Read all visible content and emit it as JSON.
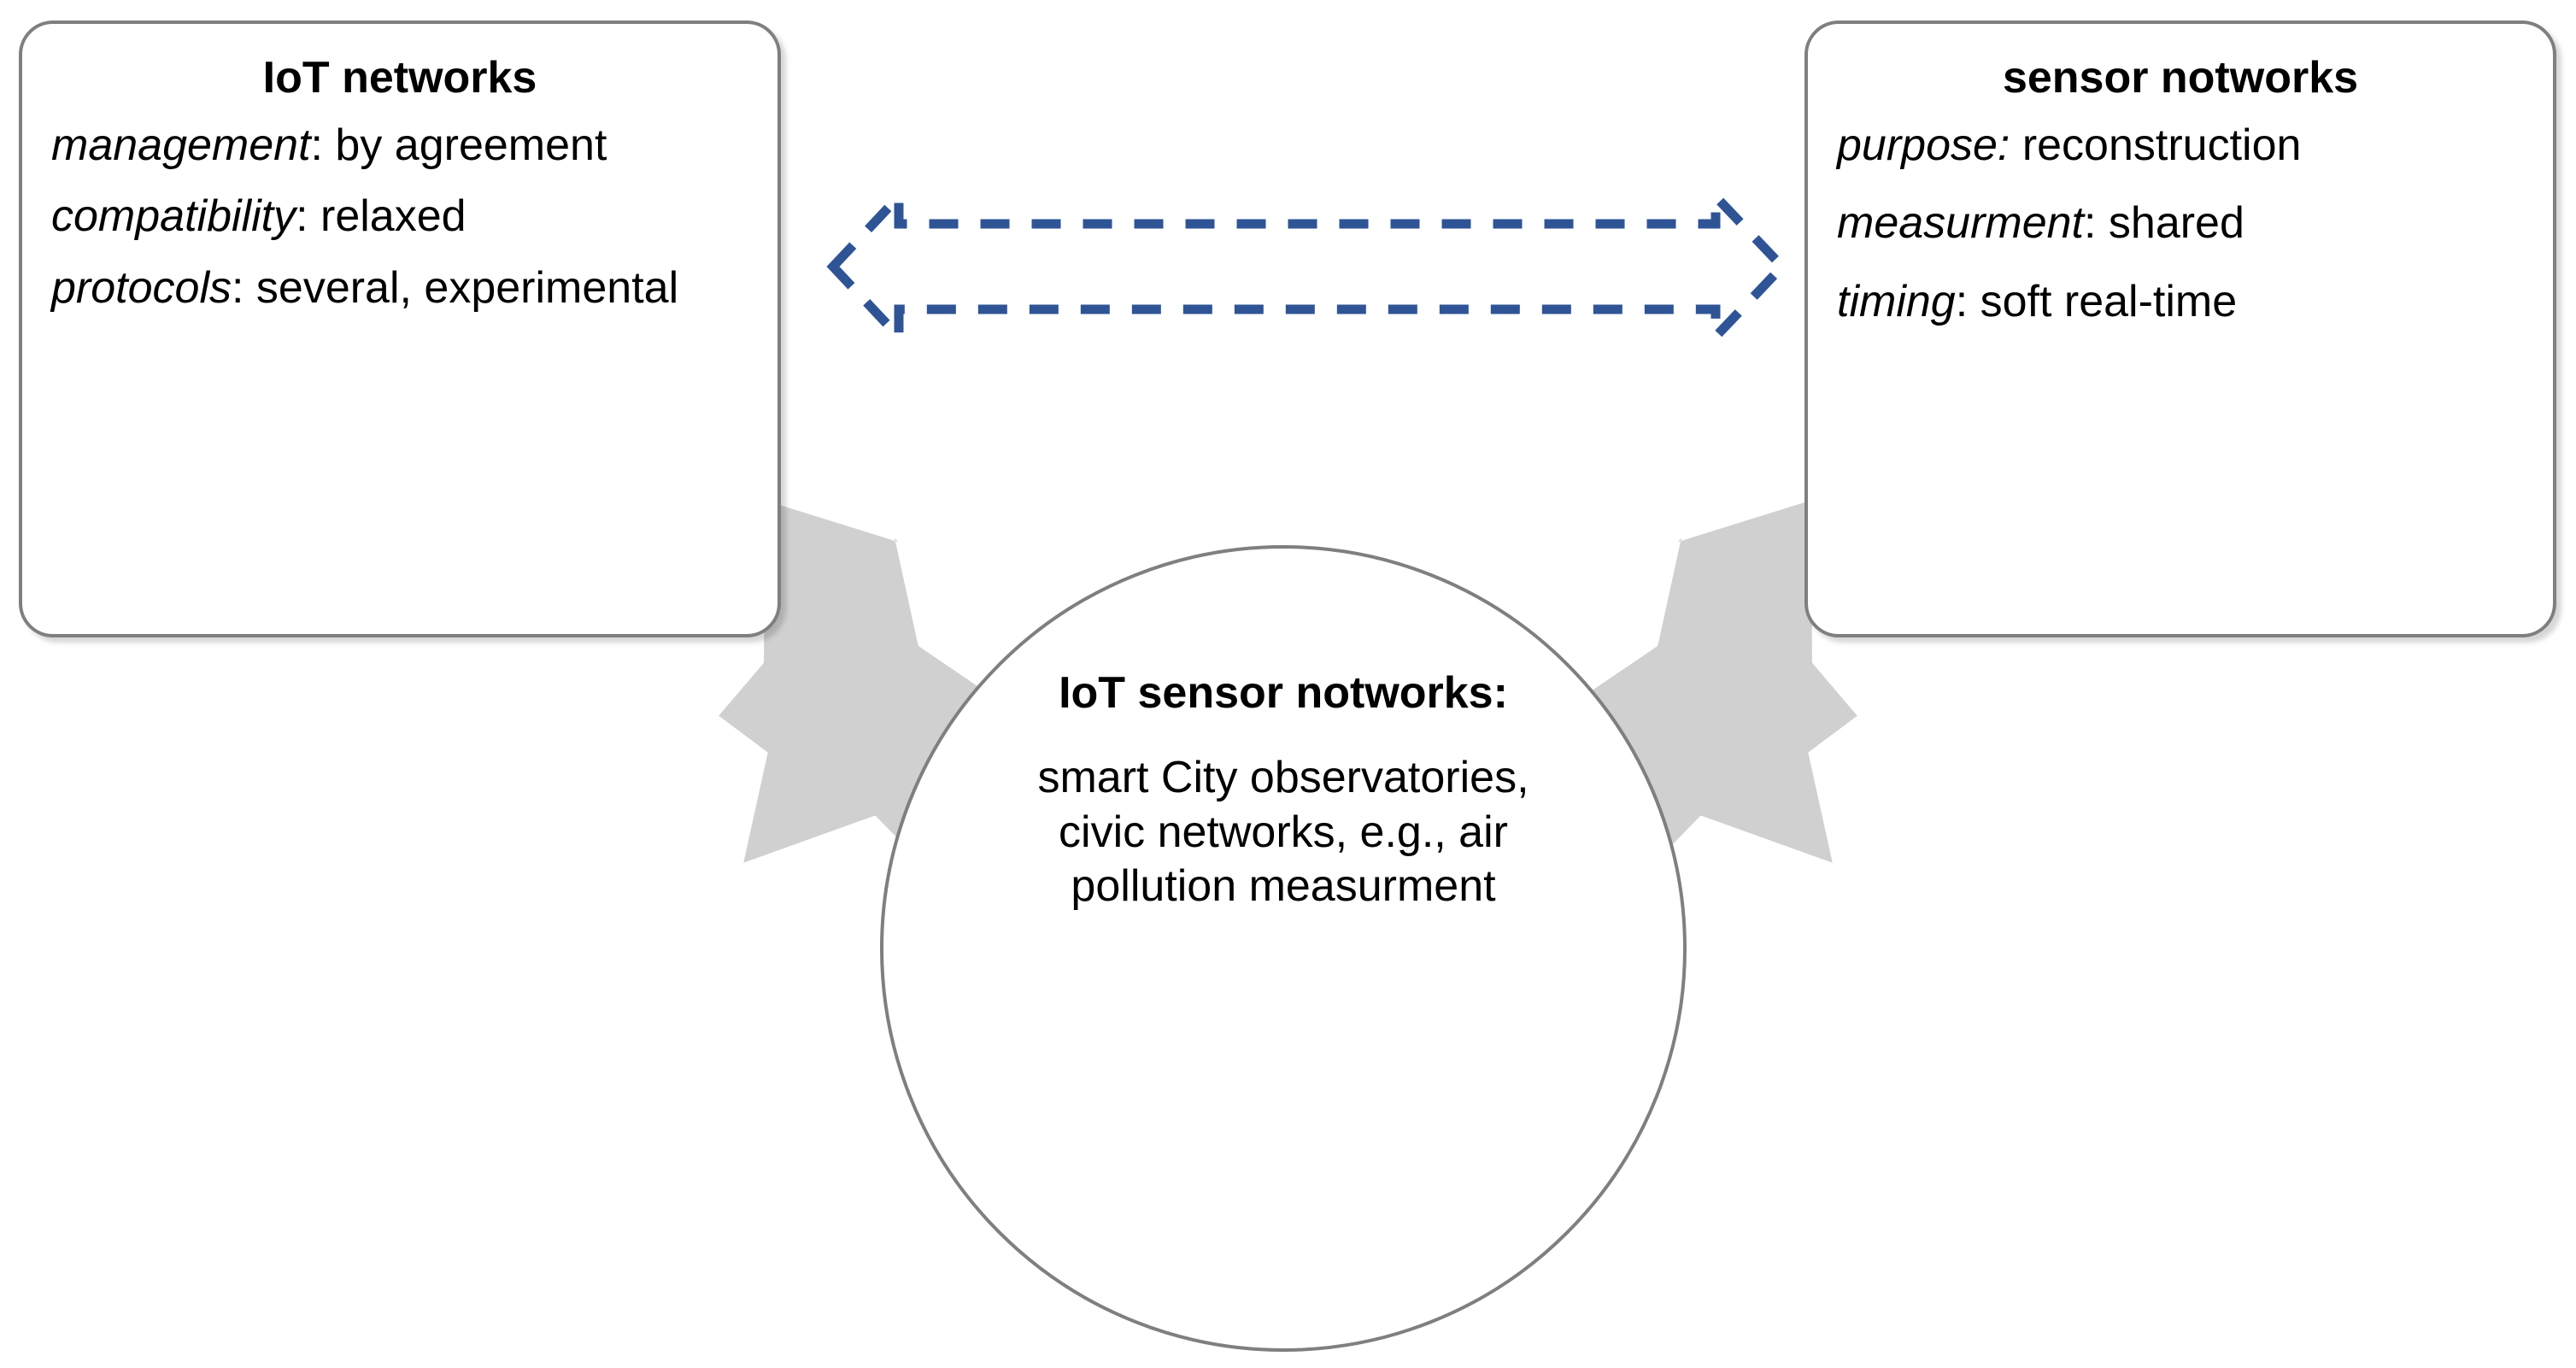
{
  "diagram": {
    "title_hidden": "IoT networks and sensor networks converge to IoT sensor networks",
    "colors": {
      "box_border": "#7f7f7f",
      "circle_border": "#7f7f7f",
      "gray_arrow_fill": "#d0d0d0",
      "dashed_arrow_stroke": "#2f5496",
      "text": "#000000",
      "background": "#ffffff"
    }
  },
  "left_box": {
    "title": "IoT networks",
    "lines": [
      {
        "term": "management",
        "rest": ": by agreement"
      },
      {
        "term": "compatibility",
        "rest": ": relaxed"
      },
      {
        "term": "protocols",
        "rest": ": several, experimental"
      }
    ]
  },
  "right_box": {
    "title": "sensor notworks",
    "lines": [
      {
        "term": "purpose:",
        "rest": " reconstruction"
      },
      {
        "term": "measurment",
        "rest": ": shared"
      },
      {
        "term": "timing",
        "rest": ": soft real-time"
      }
    ]
  },
  "circle": {
    "title": "IoT sensor notworks:",
    "body": "smart City observatories, civic networks, e.g., air pollution measurment"
  },
  "connectors": {
    "bidirectional_dashed_arrow": {
      "label": "",
      "style": "dashed-outline-double-arrow",
      "color": "#2f5496"
    },
    "left_gray_arrow": {
      "label": "",
      "direction": "down-right"
    },
    "right_gray_arrow": {
      "label": "",
      "direction": "down-left"
    }
  }
}
